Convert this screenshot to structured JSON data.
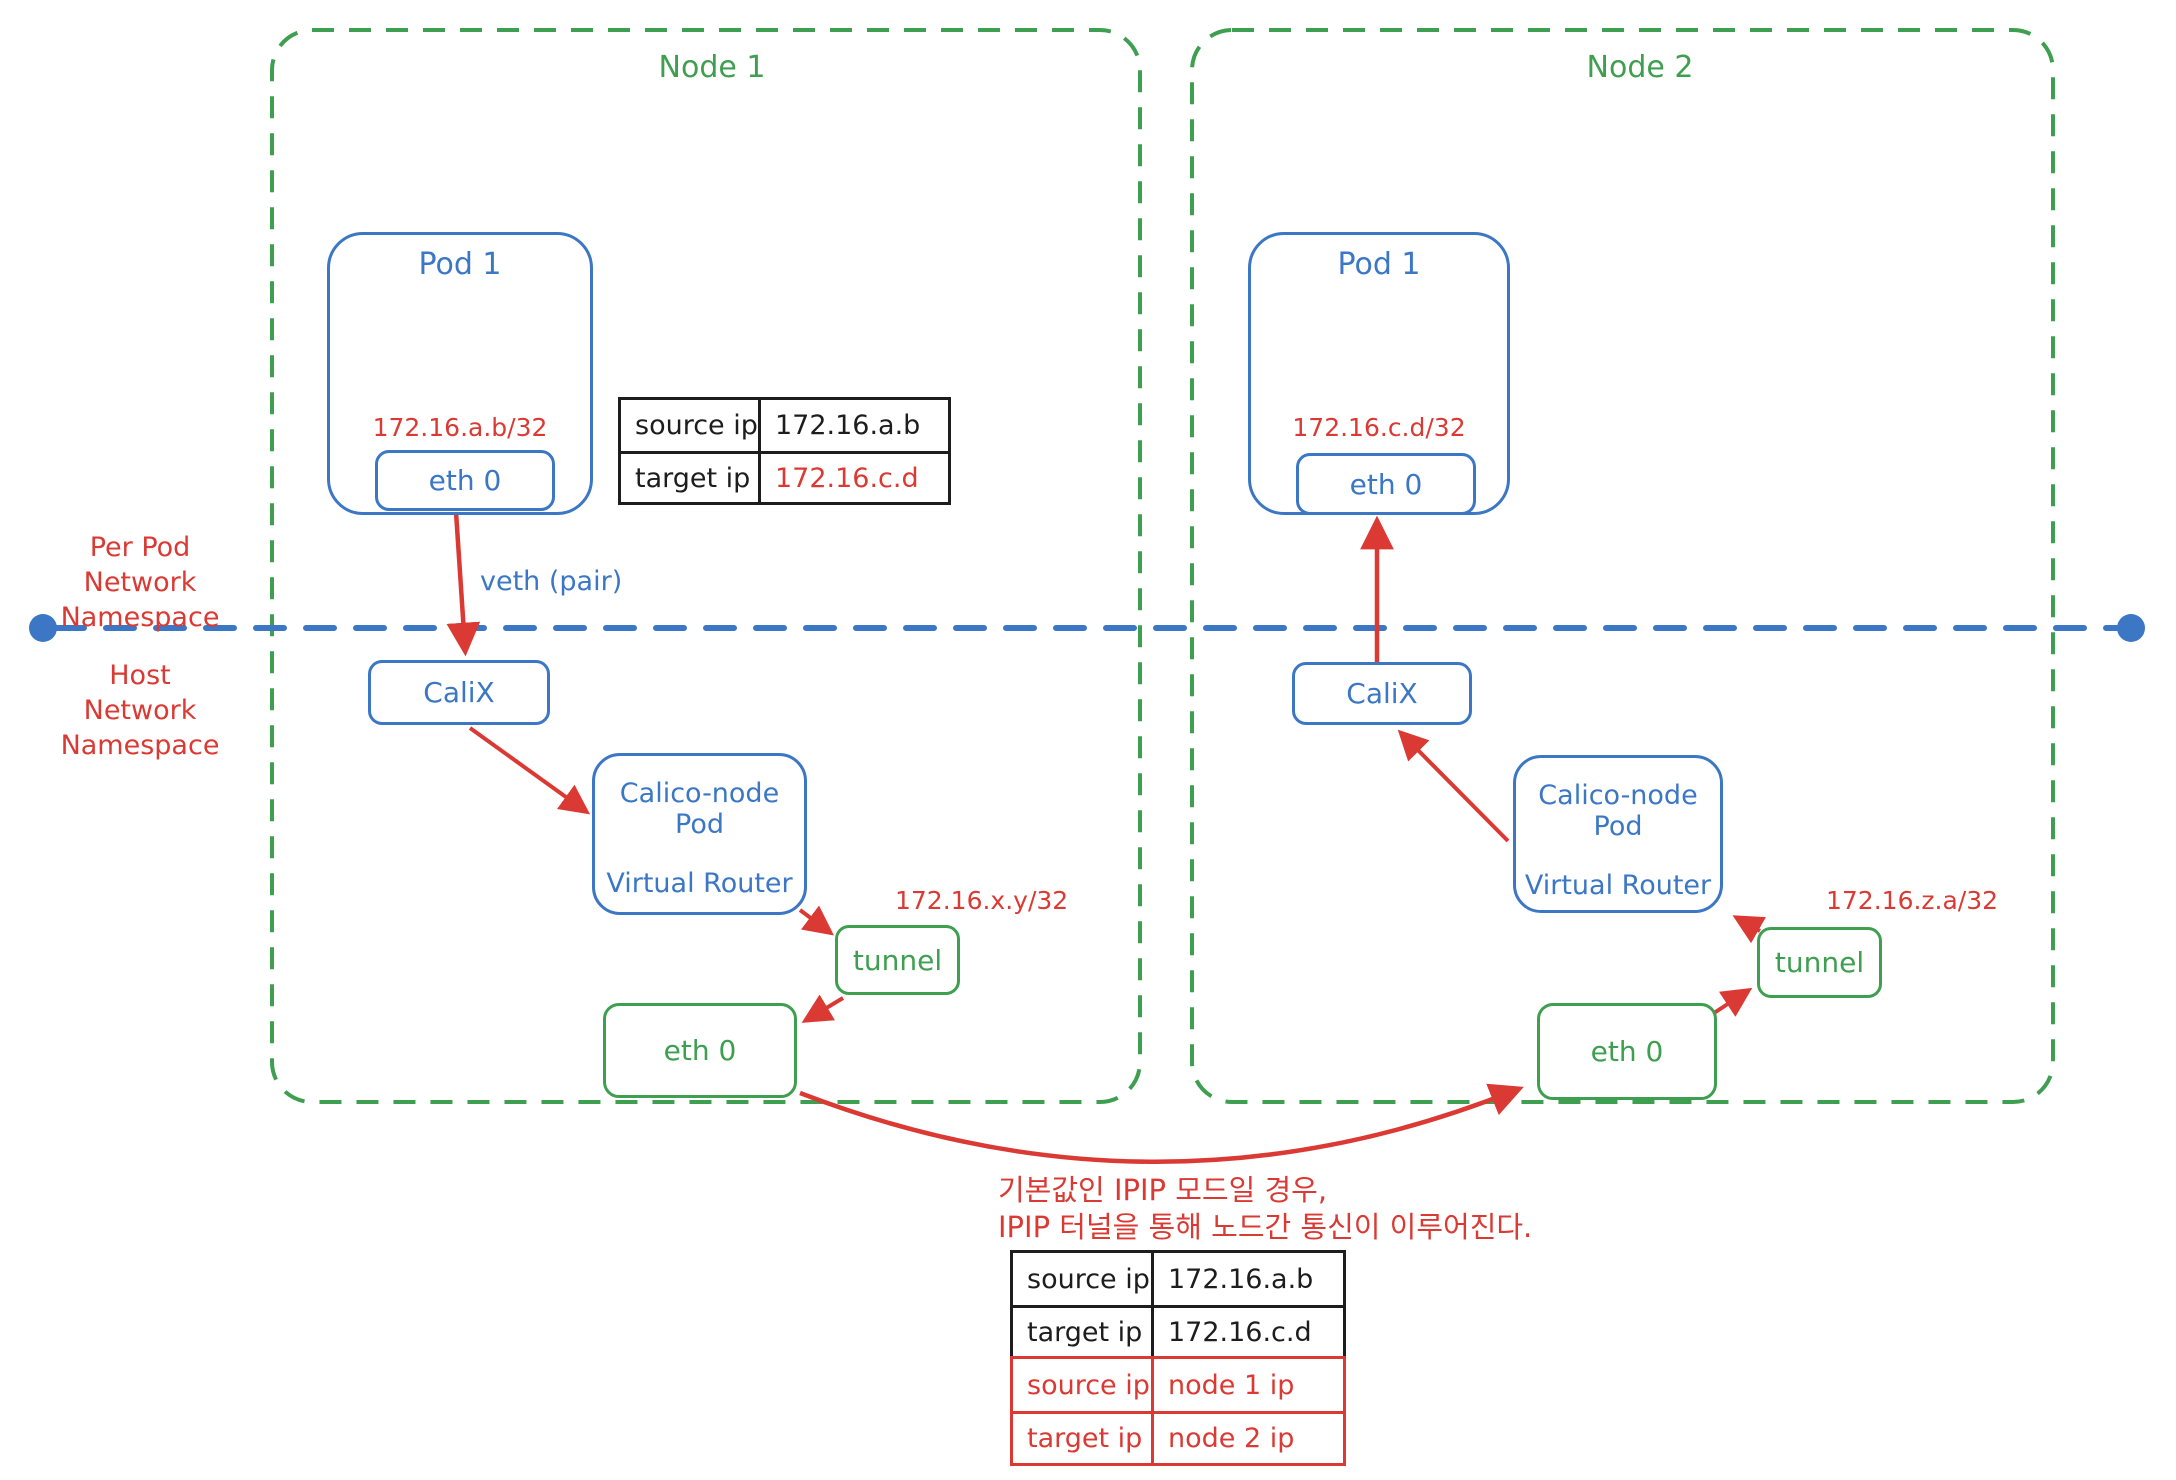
{
  "colors": {
    "blue": "#3b77c5",
    "green": "#3f9f50",
    "red": "#da3a33",
    "black": "#1d1d1d"
  },
  "namespace_labels": {
    "per_pod_line1": "Per Pod",
    "per_pod_line2": "Network Namespace",
    "host_line1": "Host",
    "host_line2": "Network Namespace"
  },
  "node1": {
    "label": "Node 1",
    "pod_title": "Pod 1",
    "pod_ip": "172.16.a.b/32",
    "pod_eth": "eth 0",
    "veth_label": "veth (pair)",
    "calix_label": "CaliX",
    "router_line1": "Calico-node Pod",
    "router_line2": "Virtual Router",
    "tunnel_label": "tunnel",
    "tunnel_ip": "172.16.x.y/32",
    "host_eth": "eth 0"
  },
  "node2": {
    "label": "Node 2",
    "pod_title": "Pod 1",
    "pod_ip": "172.16.c.d/32",
    "pod_eth": "eth 0",
    "calix_label": "CaliX",
    "router_line1": "Calico-node Pod",
    "router_line2": "Virtual Router",
    "tunnel_label": "tunnel",
    "tunnel_ip": "172.16.z.a/32",
    "host_eth": "eth 0"
  },
  "pod_packet_table": {
    "rows": [
      {
        "key": "source ip",
        "value": "172.16.a.b"
      },
      {
        "key": "target ip",
        "value": "172.16.c.d"
      }
    ]
  },
  "note": {
    "line1": "기본값인 IPIP 모드일 경우,",
    "line2": "IPIP 터널을 통해 노드간 통신이 이루어진다."
  },
  "tunnel_packet_table": {
    "rows": [
      {
        "key": "source ip",
        "value": "172.16.a.b"
      },
      {
        "key": "target ip",
        "value": "172.16.c.d"
      },
      {
        "key": "source ip",
        "value": "node 1 ip"
      },
      {
        "key": "target ip",
        "value": "node 2 ip"
      }
    ]
  }
}
